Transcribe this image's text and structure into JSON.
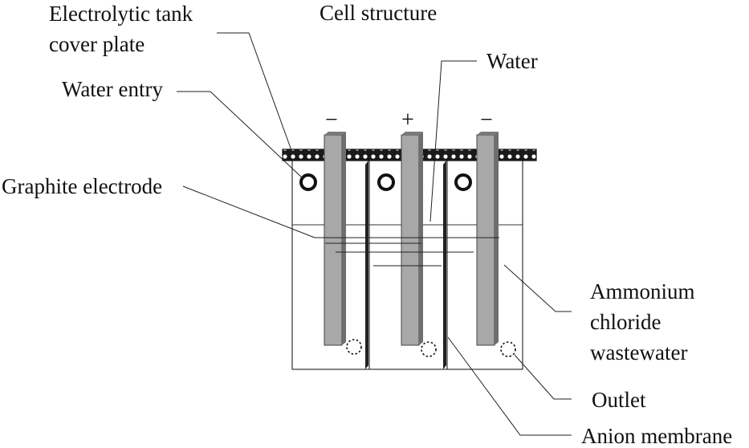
{
  "title": "Cell structure",
  "labels": {
    "cover_plate": [
      "Electrolytic tank",
      "cover plate"
    ],
    "water_entry": "Water entry",
    "graphite_electrode": "Graphite electrode",
    "water": "Water",
    "wastewater": [
      "Ammonium",
      "chloride",
      "wastewater"
    ],
    "outlet": "Outlet",
    "anion_membrane": "Anion membrane"
  },
  "electrode_signs": [
    "−",
    "+",
    "−"
  ]
}
